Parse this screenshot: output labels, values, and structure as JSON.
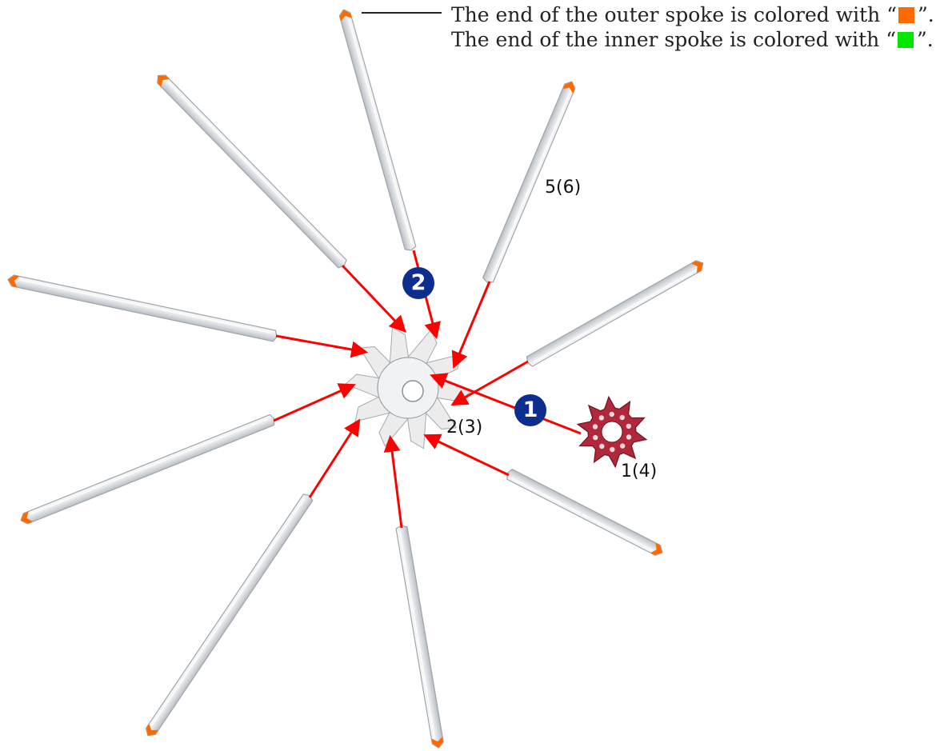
{
  "legend": {
    "outer_text_before": "The end of the outer spoke is colored with “",
    "outer_text_after": "”.",
    "inner_text_before": "The end of the inner spoke is colored with “",
    "inner_text_after": "”.",
    "outer_color": "#ff6a00",
    "inner_color": "#00e600"
  },
  "labels": {
    "hub_part": "2(3)",
    "washer_part": "1(4)",
    "spoke_part": "5(6)"
  },
  "steps": {
    "step1": "1",
    "step2": "2"
  },
  "colors": {
    "arrow": "#ff0000",
    "spoke_body": "#e9ecef",
    "spoke_tip": "#ff6a00",
    "hub": "#eeeeee",
    "washer": "#b0283a",
    "badge": "#0d2d8f"
  }
}
